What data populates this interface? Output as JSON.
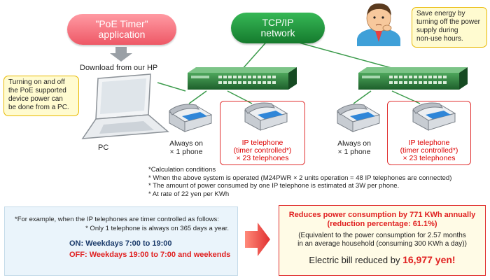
{
  "timer_app": {
    "label_line1": "\"PoE Timer\"",
    "label_line2": "application"
  },
  "download": {
    "text": "Download from our HP"
  },
  "network": {
    "line1": "TCP/IP",
    "line2": "network"
  },
  "callouts": {
    "pc_control": [
      "Turning on and off",
      "the PoE supported",
      "device power can",
      "be done from a PC."
    ],
    "save_energy": [
      "Save energy by",
      "turning off the power",
      "supply during",
      "non-use hours."
    ]
  },
  "pc": {
    "label": "PC"
  },
  "groups": [
    {
      "always_on": [
        "Always on",
        "× 1 phone"
      ],
      "timer": [
        "IP telephone",
        "(timer controlled*)",
        "× 23 telephones"
      ]
    },
    {
      "always_on": [
        "Always on",
        "× 1 phone"
      ],
      "timer": [
        "IP telephone",
        "(timer controlled*)",
        "× 23 telephones"
      ]
    }
  ],
  "calculation": {
    "title": "*Calculation conditions",
    "lines": [
      "* When the above system is operated (M24PWR × 2 units operation = 48 IP telephones are connected)",
      "* The amount of power consumed by one IP telephone is estimated at 3W per phone.",
      "* At rate of 22 yen per KWh"
    ]
  },
  "example": {
    "line1": "*For example, when the IP telephones are timer controlled as follows:",
    "line2": "* Only 1 telephone is always on 365 days a year.",
    "on": "ON: Weekdays 7:00 to 19:00",
    "off": "OFF: Weekdays 19:00 to 7:00 and weekends"
  },
  "result": {
    "headline1": "Reduces power consumption by 771 KWh annually",
    "headline2": "(reduction percentage: 61.1%)",
    "equiv1": "(Equivalent to the power consumption for 2.57 months",
    "equiv2": "in an average household (consuming 300 KWh a day))",
    "bill_prefix": "Electric bill reduced by ",
    "bill_amount": "16,977 yen!"
  },
  "colors": {
    "network_green": "#1e9a3c",
    "app_pink": "#f5707a",
    "accent_red": "#e03030",
    "callout_yellow": "#fffbd0"
  }
}
